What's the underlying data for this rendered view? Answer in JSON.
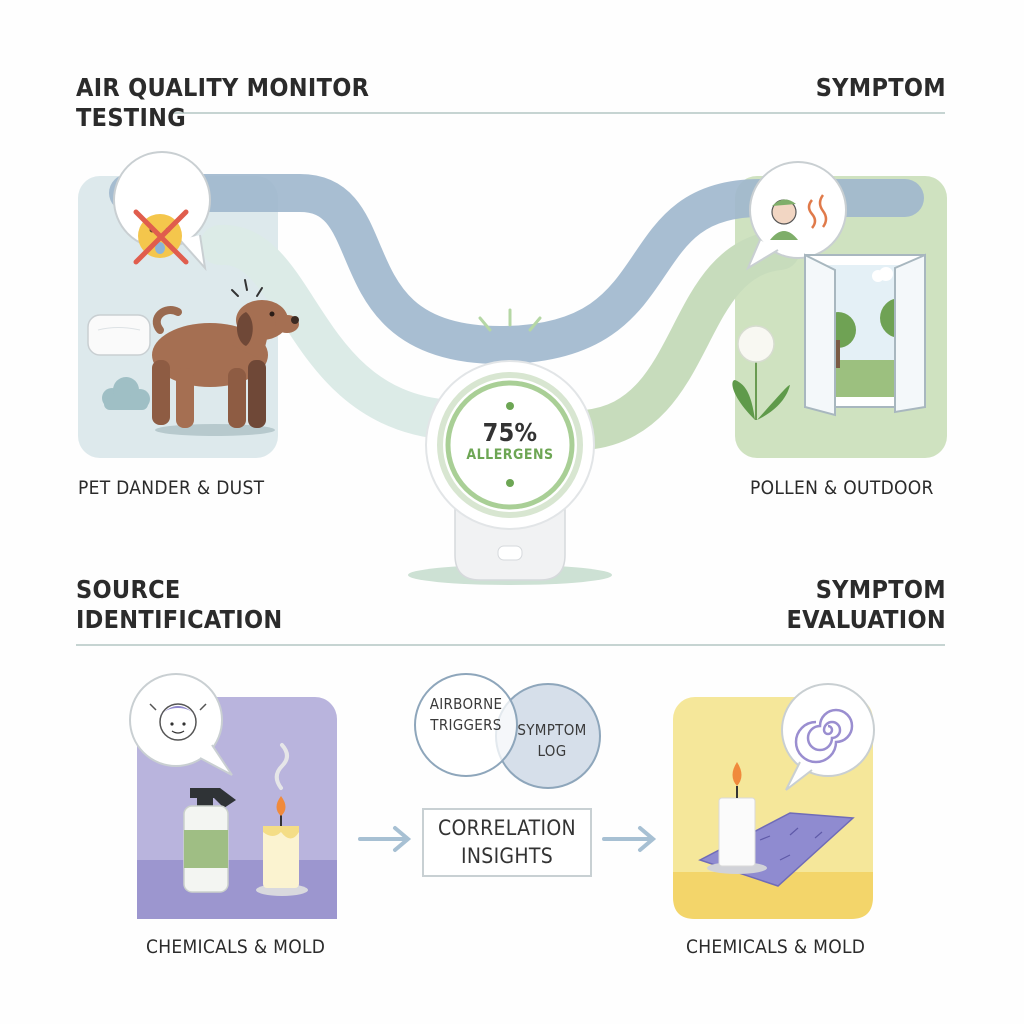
{
  "sections": {
    "top_left_title": [
      "AIR QUALITY MONITOR",
      "TESTING"
    ],
    "top_right_title": [
      "SYMPTOM"
    ],
    "bottom_left_title": [
      "SOURCE",
      "IDENTIFICATION"
    ],
    "bottom_right_title": [
      "SYMPTOM",
      "EVALUATION"
    ]
  },
  "panels": {
    "pet": {
      "caption": "PET DANDER & DUST",
      "bubble_icon": "no-sneeze-icon",
      "illustration": "dog-with-pillow-and-dust-cloud"
    },
    "pollen": {
      "caption": "POLLEN & OUTDOOR",
      "bubble_icon": "person-sneezing-icon",
      "illustration": "open-window-with-trees-and-dandelion"
    },
    "chemicals_left": {
      "caption": "CHEMICALS & MOLD",
      "bubble_icon": "person-face-icon",
      "illustration": "spray-bottle-and-candle"
    },
    "chemicals_right": {
      "caption": "CHEMICALS & MOLD",
      "bubble_icon": "spiral-icon",
      "illustration": "candle-on-rug"
    }
  },
  "monitor": {
    "value": "75%",
    "unit": "ALLERGENS"
  },
  "venn": {
    "left": [
      "AIRBORNE",
      "TRIGGERS"
    ],
    "right": [
      "SYMPTOM",
      "LOG"
    ]
  },
  "insights_box": [
    "CORRELATION",
    "INSIGHTS"
  ],
  "colors": {
    "blue_stream": "#9fb7cd",
    "green_stream": "#c7dcbc",
    "pet_bg": "#dde9ec",
    "pollen_bg": "#cfe2c0",
    "chem_bg": "#b9b4dd",
    "candle_bg": "#f5e79a",
    "accent_green": "#6da654"
  }
}
